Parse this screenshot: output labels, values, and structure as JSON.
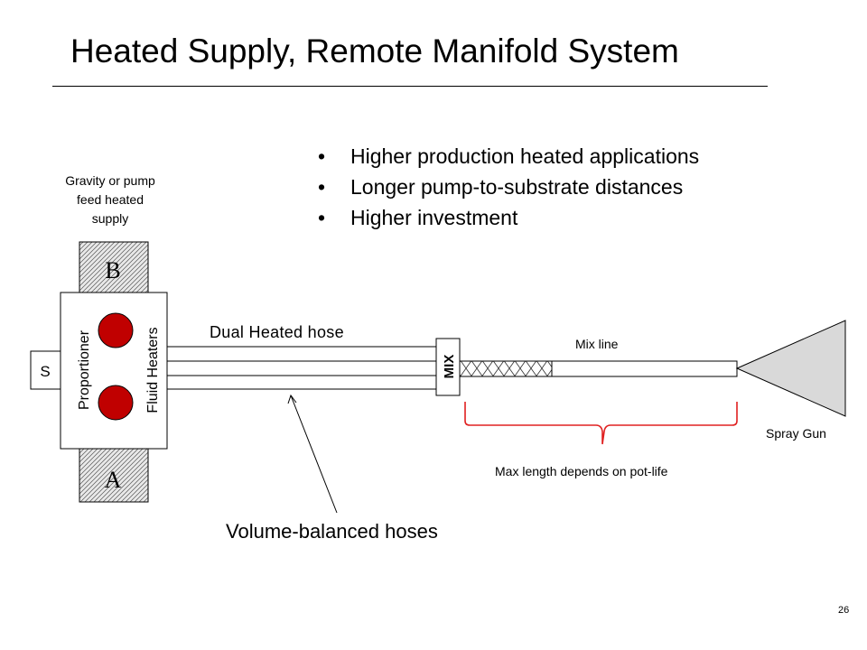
{
  "slide": {
    "title": "Heated Supply, Remote Manifold System",
    "bullets": [
      {
        "marker": "•",
        "text": "Higher production heated applications"
      },
      {
        "marker": "•",
        "text": "Longer pump-to-substrate distances"
      },
      {
        "marker": "•",
        "text": "Higher investment"
      }
    ],
    "page_number": "26"
  },
  "diagram": {
    "supply_note_lines": [
      "Gravity or pump",
      "feed heated",
      "supply"
    ],
    "tank_b_label": "B",
    "tank_a_label": "A",
    "s_label": "S",
    "proportioner_label": "Proportioner",
    "heaters_label": "Fluid Heaters",
    "hose_label": "Dual Heated hose",
    "mix_label": "MIX",
    "mix_line_label": "Mix line",
    "spray_gun_label": "Spray Gun",
    "max_length_label": "Max length depends on pot-life",
    "volume_label": "Volume-balanced hoses",
    "colors": {
      "heater_fill": "#c00000",
      "brace": "#e02020",
      "tank_fill": "#e6e6e6",
      "gun_fill": "#d9d9d9"
    }
  }
}
